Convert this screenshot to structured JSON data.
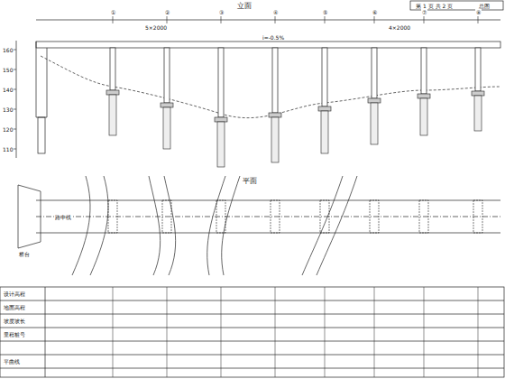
{
  "diagram": {
    "labels": [
      "第 1 页 共 2 页",
      "总图",
      "立面",
      "平面",
      "①",
      "②",
      "③",
      "④",
      "⑤",
      "⑥",
      "⑦",
      "⑧",
      "160",
      "150",
      "140",
      "130",
      "120",
      "110",
      "5×2000",
      "4×2000",
      "桥台",
      "路中线",
      "设计高程",
      "地面高程",
      "坡度坡长",
      "里程桩号",
      "平曲线",
      "i=-0.5%"
    ]
  }
}
